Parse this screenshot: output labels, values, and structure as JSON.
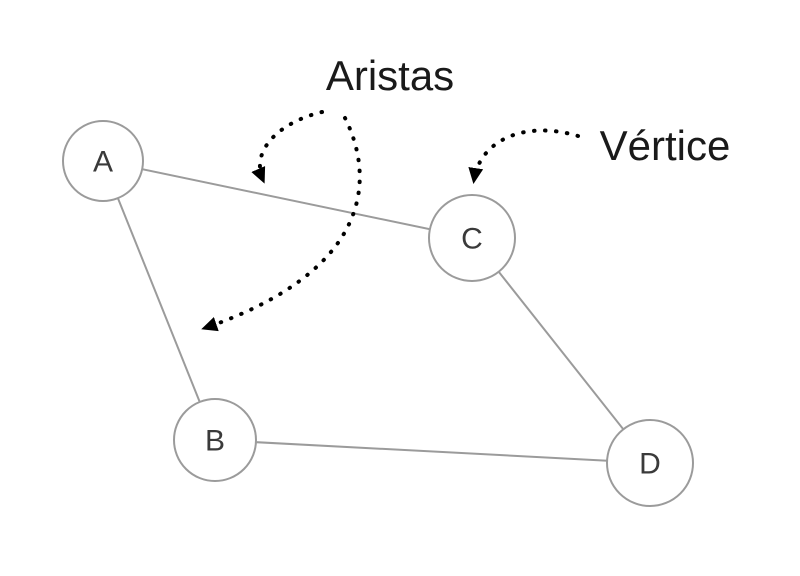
{
  "diagram": {
    "nodes": {
      "a": {
        "label": "A"
      },
      "b": {
        "label": "B"
      },
      "c": {
        "label": "C"
      },
      "d": {
        "label": "D"
      }
    },
    "edges": [
      "A-C",
      "A-B",
      "B-D",
      "C-D"
    ],
    "annotations": {
      "aristas": {
        "label": "Aristas",
        "points_to": "edges A-C and A-B"
      },
      "vertice": {
        "label": "Vértice",
        "points_to": "node C"
      }
    },
    "colors": {
      "edge": "#9b9b9b",
      "node_border": "#9b9b9b",
      "node_fill": "#ffffff",
      "annotation_arrow": "#000000",
      "label_text": "#1a1a1a"
    }
  }
}
